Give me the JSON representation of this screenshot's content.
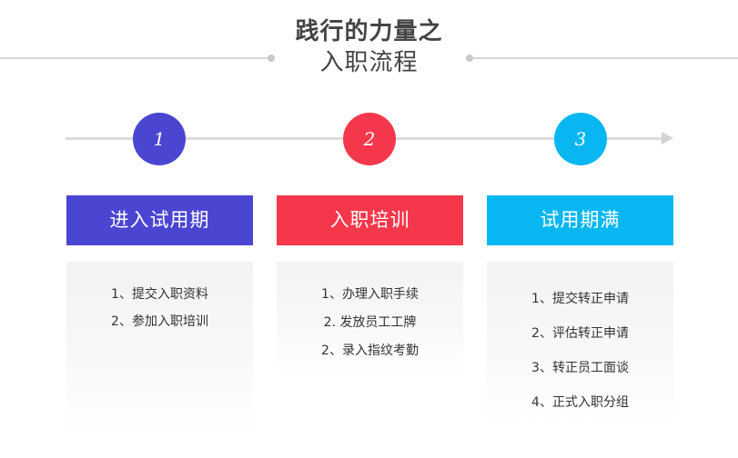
{
  "title": {
    "line1": "践行的力量之",
    "line2": "入职流程"
  },
  "colors": {
    "step1": "#4b46d2",
    "step2": "#f5374b",
    "step3": "#08b7f2",
    "timeline": "#dcdcdc",
    "text": "#333333"
  },
  "steps": [
    {
      "number": "1",
      "title": "进入试用期",
      "items": [
        "1、提交入职资料",
        "2、参加入职培训"
      ]
    },
    {
      "number": "2",
      "title": "入职培训",
      "items": [
        "1、办理入职手续",
        "2. 发放员工工牌",
        "2、录入指纹考勤"
      ]
    },
    {
      "number": "3",
      "title": "试用期满",
      "items": [
        "1、提交转正申请",
        "2、评估转正申请",
        "3、转正员工面谈",
        "4、正式入职分组"
      ]
    }
  ]
}
